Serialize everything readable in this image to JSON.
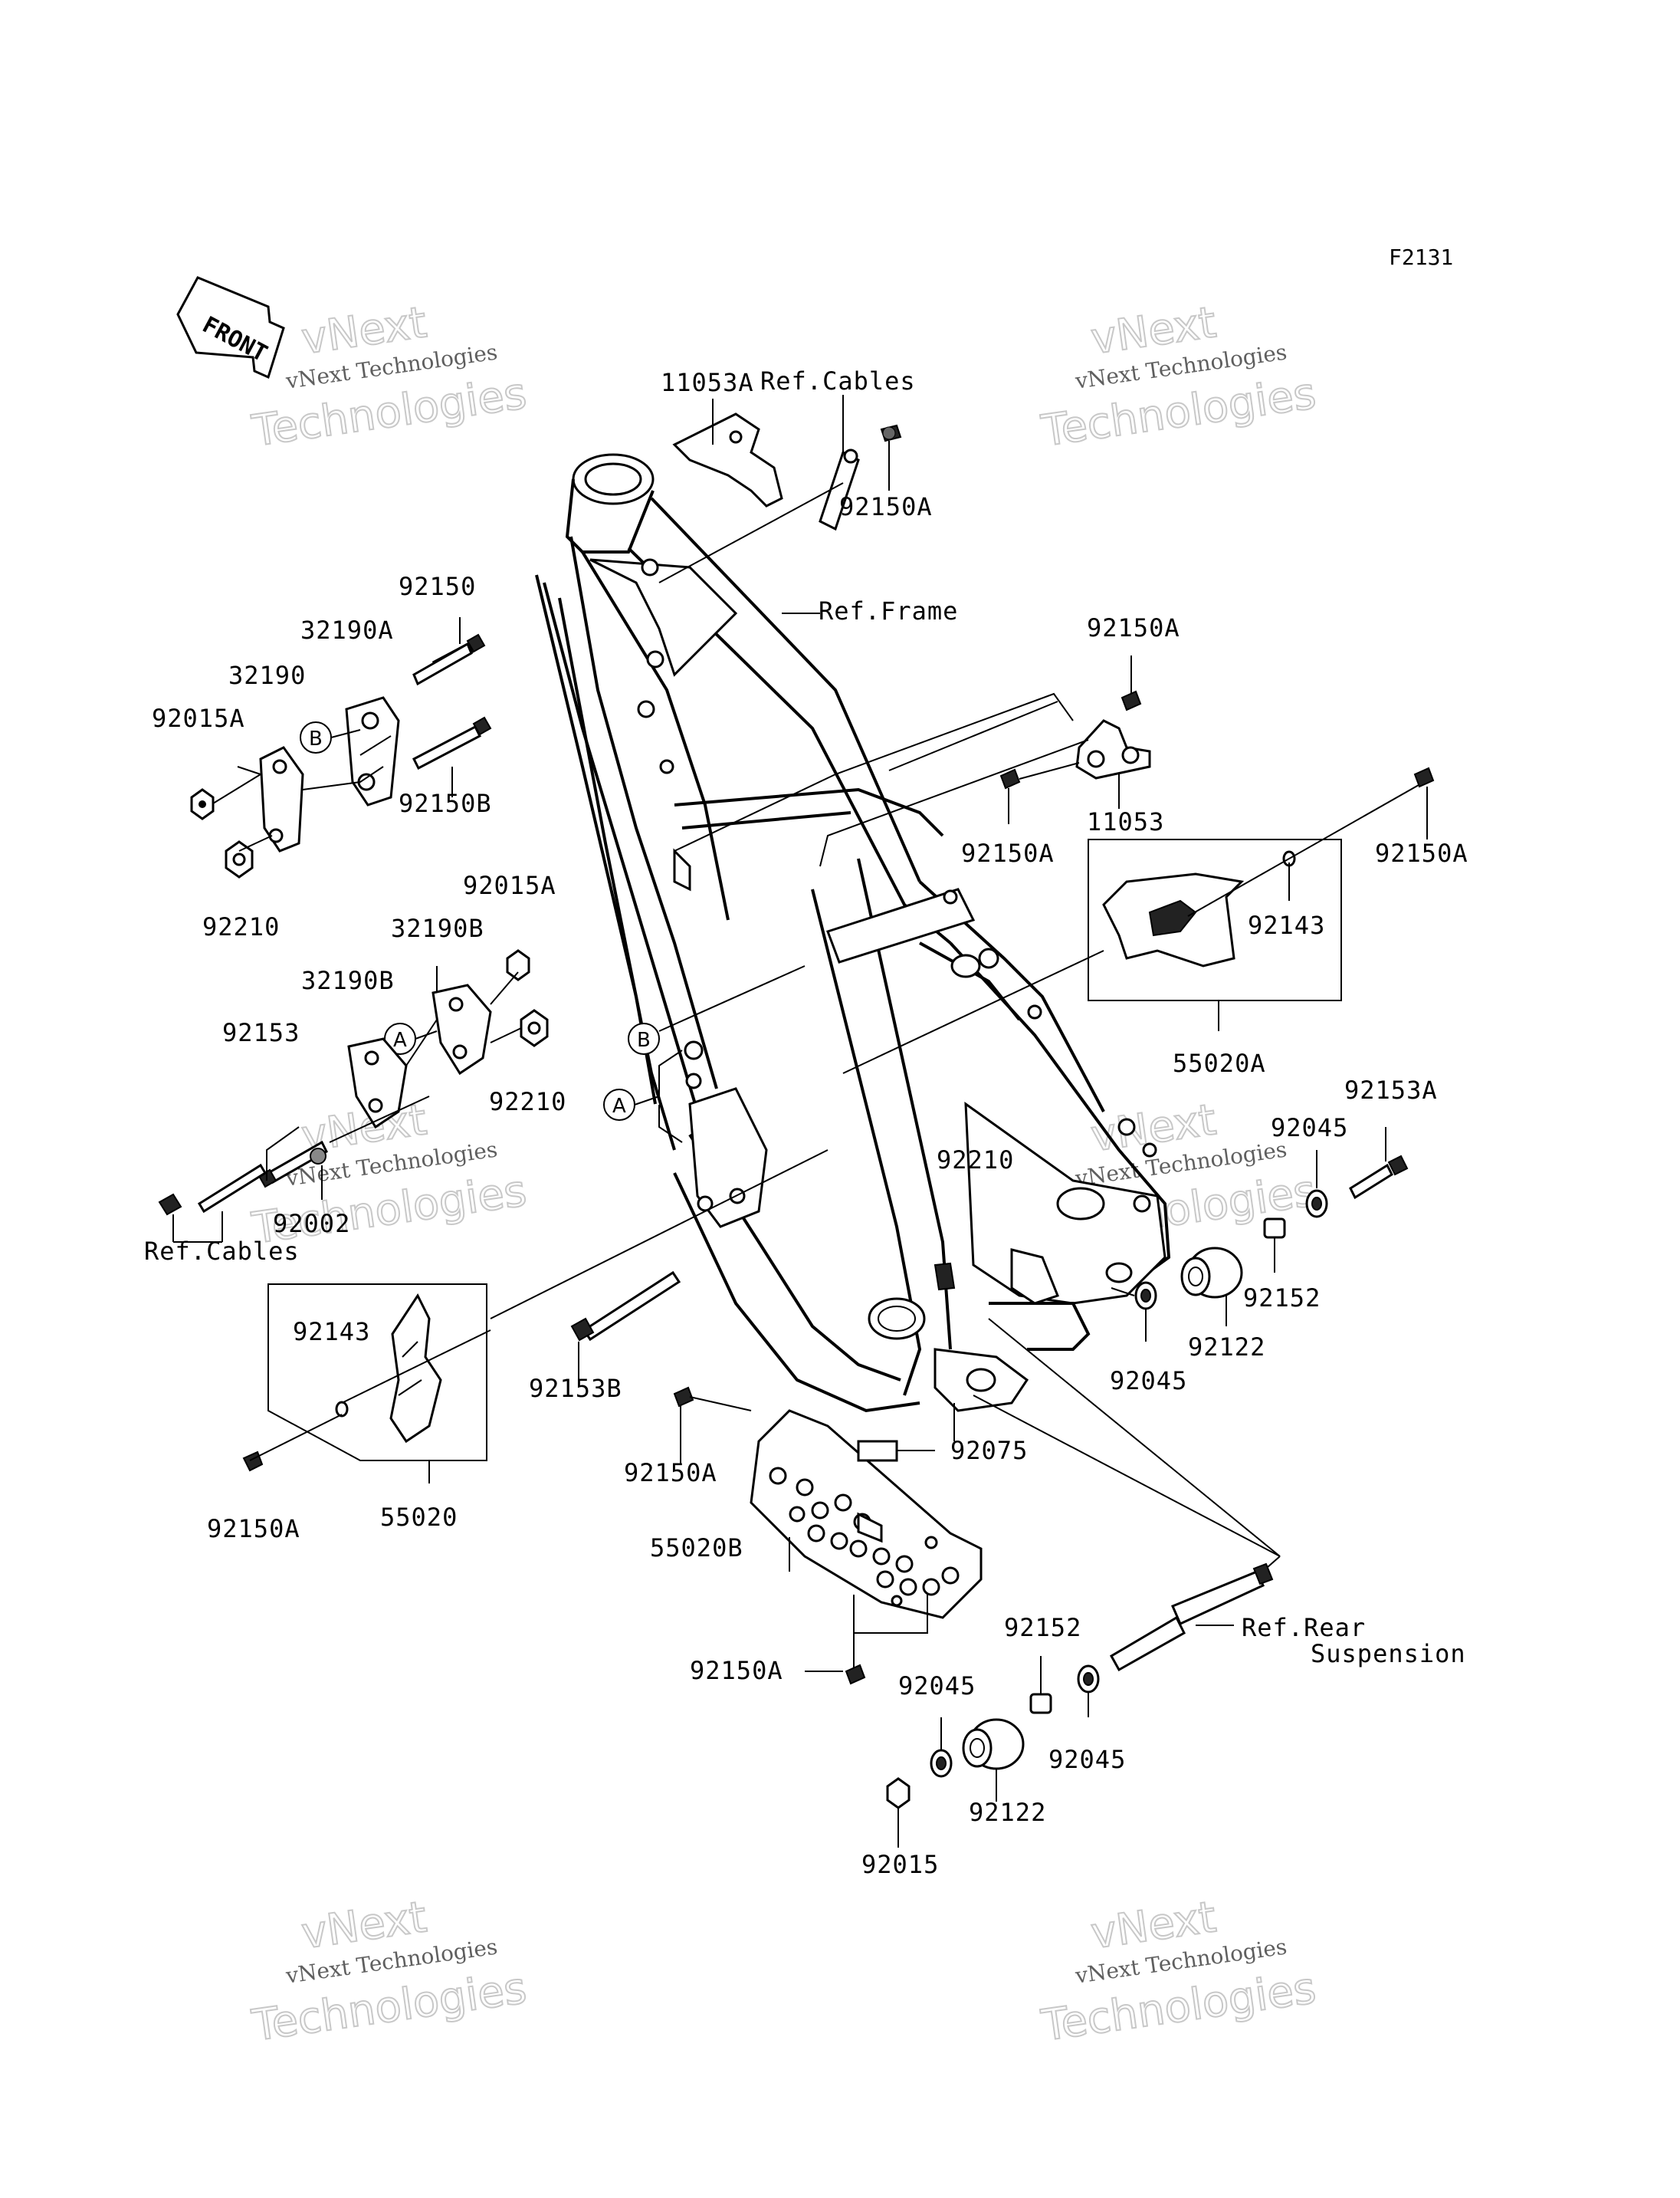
{
  "figure_code": "F2131",
  "front_label": "FRONT",
  "watermark": {
    "line1": "vNext Technologies",
    "line2": "vNext",
    "line3": "Technologies"
  },
  "circle_letters": {
    "a": "A",
    "b": "B"
  },
  "labels": {
    "p11053A": "11053A",
    "refCablesTop": "Ref.Cables",
    "p92150A_1": "92150A",
    "refFrame": "Ref.Frame",
    "p92150": "92150",
    "p32190A": "32190A",
    "p32190": "32190",
    "p92015A_1": "92015A",
    "p92150B": "92150B",
    "p92210_1": "92210",
    "p92150A_2": "92150A",
    "p11053": "11053",
    "p92150A_3": "92150A",
    "p92150A_4": "92150A",
    "p92143_1": "92143",
    "p92015A_2": "92015A",
    "p32190B_1": "32190B",
    "p32190B_2": "32190B",
    "p92153": "92153",
    "p92210_2": "92210",
    "p55020A": "55020A",
    "p92153A": "92153A",
    "p92045_1": "92045",
    "p92210_3": "92210",
    "p92002": "92002",
    "refCablesLeft": "Ref.Cables",
    "p92152_1": "92152",
    "p92122_1": "92122",
    "p92143_2": "92143",
    "p92153B": "92153B",
    "p92045_2": "92045",
    "p92075": "92075",
    "p92150A_5": "92150A",
    "p55020": "55020",
    "p92150A_6": "92150A",
    "p55020B": "55020B",
    "refRearSusp1": "Ref.Rear",
    "refRearSusp2": "Suspension",
    "p92152_2": "92152",
    "p92150A_7": "92150A",
    "p92045_3": "92045",
    "p92045_4": "92045",
    "p92122_2": "92122",
    "p92015": "92015"
  }
}
